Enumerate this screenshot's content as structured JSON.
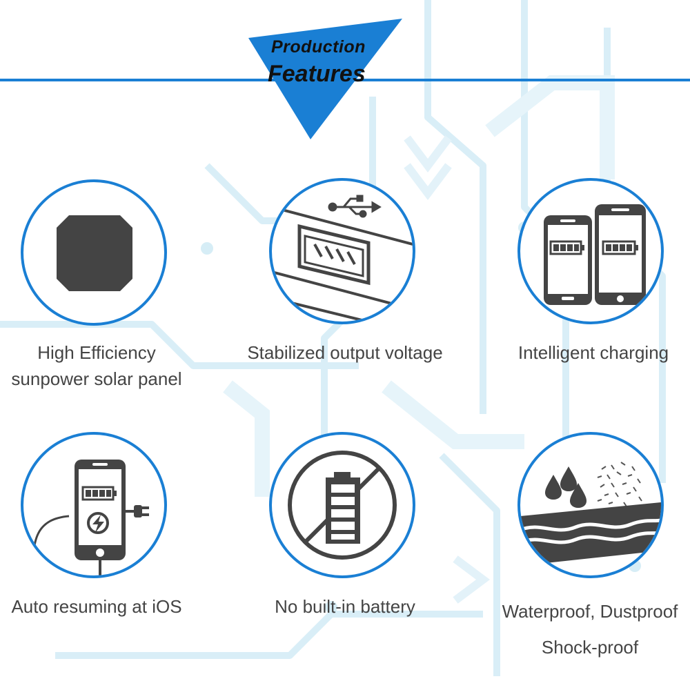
{
  "banner": {
    "line1": "Production",
    "line2": "Features",
    "color": "#1a7fd4"
  },
  "features": [
    {
      "line1": "High Efficiency",
      "line2": "sunpower solar panel",
      "icon": "solar-panel-icon"
    },
    {
      "line1": "Stabilized output voltage",
      "line2": "",
      "icon": "usb-port-icon"
    },
    {
      "line1": "Intelligent charging",
      "line2": "",
      "icon": "phones-charging-icon"
    },
    {
      "line1": "Auto resuming at iOS",
      "line2": "",
      "icon": "iphone-charging-icon"
    },
    {
      "line1": "No built-in battery",
      "line2": "",
      "icon": "no-battery-icon"
    },
    {
      "line1": "Waterproof, Dustproof",
      "line2": "Shock-proof",
      "icon": "waterproof-dustproof-icon"
    }
  ]
}
